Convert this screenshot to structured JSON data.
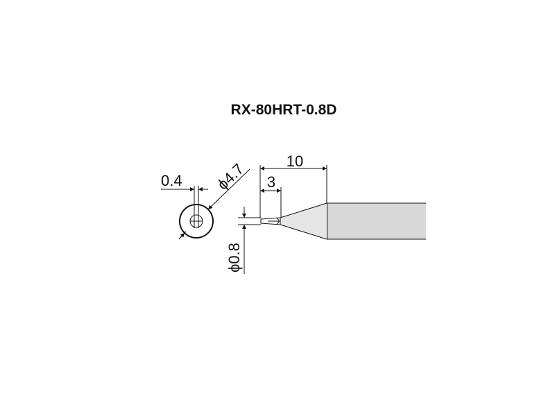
{
  "title": "RX-80HRT-0.8D",
  "dimensions": {
    "blade_thickness": "0.4",
    "shank_diameter": "ϕ4.7",
    "tip_width": "ϕ0.8",
    "taper_length": "10",
    "flat_length": "3"
  },
  "colors": {
    "line": "#111111",
    "shank_fill": "#d8d8d8",
    "taper_fill": "#e6e6e6",
    "background": "#ffffff"
  }
}
